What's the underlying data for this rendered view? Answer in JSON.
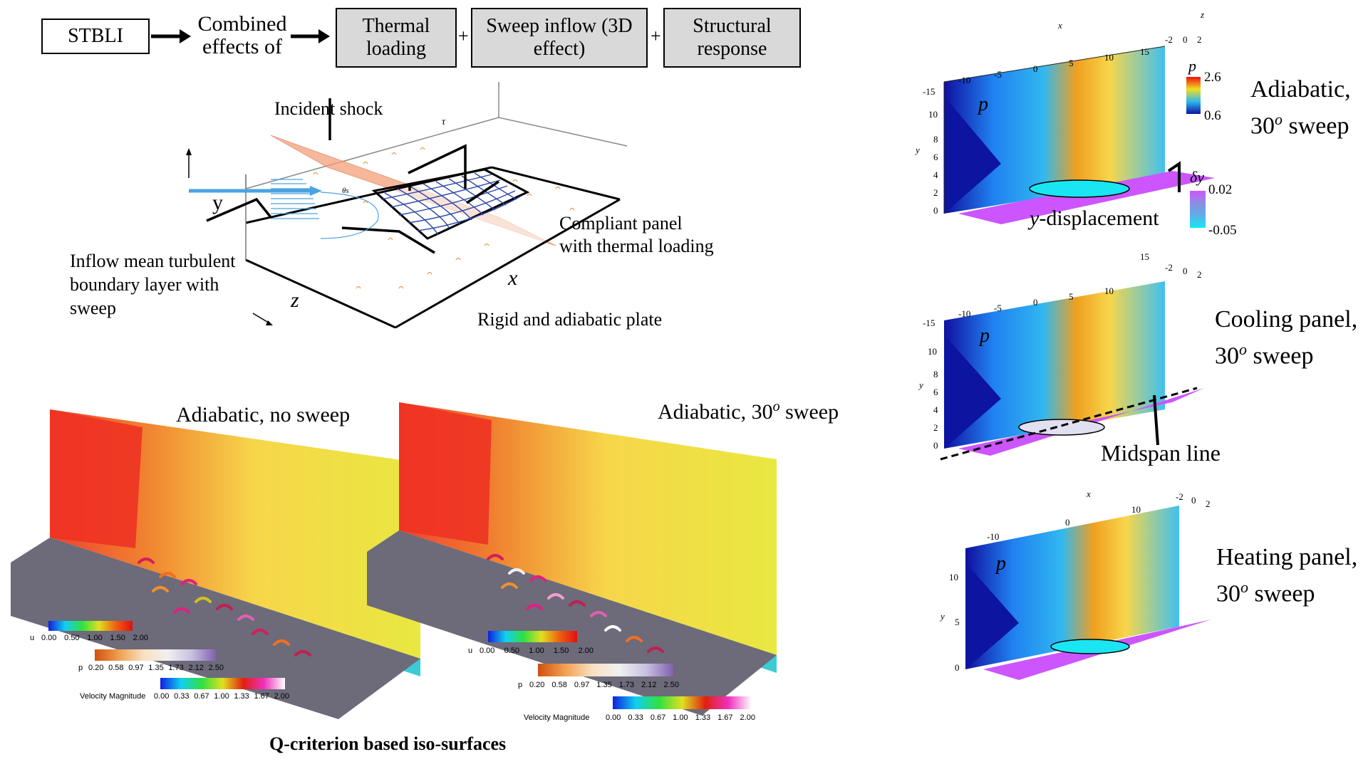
{
  "flow": {
    "stbli": "STBLI",
    "combined_line1": "Combined",
    "combined_line2": "effects of",
    "thermal_line1": "Thermal",
    "thermal_line2": "loading",
    "sweep_line1": "Sweep inflow (3D",
    "sweep_line2": "effect)",
    "structural_line1": "Structural",
    "structural_line2": "response",
    "plus": "+"
  },
  "schematic": {
    "incident_shock": "Incident shock",
    "compliant_line1": "Compliant panel",
    "compliant_line2": "with thermal loading",
    "inflow_line1": "Inflow mean turbulent",
    "inflow_line2": "boundary layer with",
    "inflow_line3": "sweep",
    "rigid": "Rigid and adiabatic plate",
    "axis_y": "y",
    "axis_x": "x",
    "axis_z": "z",
    "tau": "τ",
    "theta": "θs"
  },
  "bottom": {
    "left_title": "Adiabatic, no sweep",
    "mid_title_pre": "Adiabatic, 30",
    "mid_title_sup": "o",
    "mid_title_post": " sweep",
    "caption": "Q-criterion based iso-surfaces",
    "legend_u_label": "u",
    "legend_u_ticks": [
      "0.00",
      "0.50",
      "1.00",
      "1.50",
      "2.00"
    ],
    "legend_p_label": "p",
    "legend_p_ticks": [
      "0.20",
      "0.58",
      "0.97",
      "1.35",
      "1.73",
      "2.12",
      "2.50"
    ],
    "legend_v_label": "Velocity Magnitude",
    "legend_v_ticks": [
      "0.00",
      "0.33",
      "0.67",
      "1.00",
      "1.33",
      "1.67",
      "2.00"
    ]
  },
  "right": {
    "panel1_line1": "Adiabatic,",
    "panel1_line2_pre": "30",
    "panel1_line2_sup": "o",
    "panel1_line2_post": " sweep",
    "panel2_line1": "Cooling panel,",
    "panel2_line2_pre": "30",
    "panel2_line2_sup": "o",
    "panel2_line2_post": " sweep",
    "panel3_line1": "Heating panel,",
    "panel3_line2_pre": "30",
    "panel3_line2_sup": "o",
    "panel3_line2_post": " sweep",
    "p_symbol": "p",
    "p_max": "2.6",
    "p_min": "0.6",
    "dy_symbol": "δy",
    "dy_max": "0.02",
    "dy_min": "-0.05",
    "ydisp_pre": "y",
    "ydisp_post": "-displacement",
    "midspan": "Midspan line",
    "axis_x": "x",
    "axis_y": "y",
    "axis_z": "z",
    "x_ticks_a": [
      "-15",
      "-10",
      "-5",
      "0",
      "5",
      "10",
      "15"
    ],
    "z_ticks": [
      "-2",
      "0",
      "2"
    ],
    "y_ticks_a": [
      "0",
      "2",
      "4",
      "6",
      "8",
      "10"
    ],
    "x_ticks_c": [
      "-10",
      "0",
      "10"
    ],
    "y_ticks_c": [
      "0",
      "5",
      "10"
    ]
  },
  "colors": {
    "box_gray": "#d9d9d9",
    "shock_orange": "#f3a07a",
    "mesh_blue": "#2a46a8",
    "inflow_blue": "#4aa3df",
    "magenta": "#cc55ff",
    "cyan": "#19e6f2"
  }
}
